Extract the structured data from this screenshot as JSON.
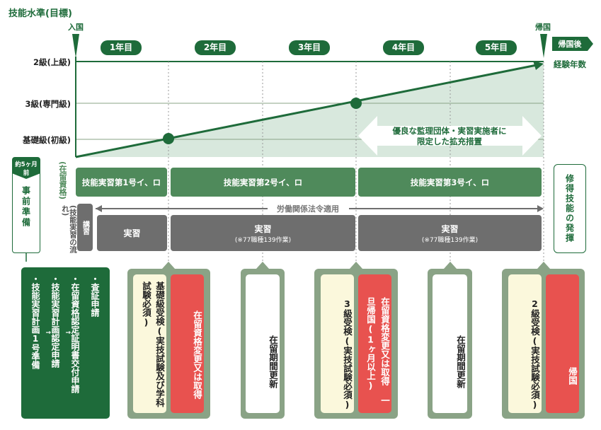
{
  "title": "技能水準(目標)",
  "markers": {
    "entry": "入国",
    "return": "帰国"
  },
  "levels": [
    "2級(上級)",
    "3級(専門級)",
    "基礎級(初級)"
  ],
  "years": [
    "1年目",
    "2年目",
    "3年目",
    "4年目",
    "5年目"
  ],
  "after_return": {
    "arrow": "帰国後",
    "label": "経験年数"
  },
  "expansion": {
    "line1": "優良な監理団体・実習実施者に",
    "line2": "限定した拡充措置"
  },
  "prep": {
    "header": "約5ヶ月前",
    "label": "事前準備",
    "items": [
      "・査証申請",
      "・在留資格認定証明書交付申請",
      "・技能実習計画認定申請",
      "・技能実習計画1号準備"
    ]
  },
  "status_label": "(在留資格)",
  "status_bars": [
    "技能実習第1号イ、ロ",
    "技能実習第2号イ、ロ",
    "技能実習第3号イ、ロ"
  ],
  "flow_label": "(技能実習の流れ)",
  "lecture": "講習",
  "labor_law": "労働関係法令適用",
  "practice": [
    {
      "t": "実習",
      "s": ""
    },
    {
      "t": "実習",
      "s": "(※77職種139作業)"
    },
    {
      "t": "実習",
      "s": "(※77職種139作業)"
    }
  ],
  "skills": "修得技能の発揮",
  "steps": {
    "basic_exam": "基礎級受検(実技試験及び学科試験必須)",
    "change1": "在留資格変更又は取得",
    "renew1": "在留期間更新",
    "exam3": "3級受検(実技試験必須)",
    "change2": "在留資格変更又は取得 一旦帰国(1ヶ月以上)",
    "renew2": "在留期間更新",
    "exam2": "2級受検(実技試験必須)",
    "return": "帰国"
  },
  "colors": {
    "dark_green": "#1e6b3a",
    "green": "#4f8a5b",
    "olive": "#8aa386",
    "red": "#e8524f",
    "cream": "#fbf8dc",
    "gray": "#6e6e6e"
  }
}
